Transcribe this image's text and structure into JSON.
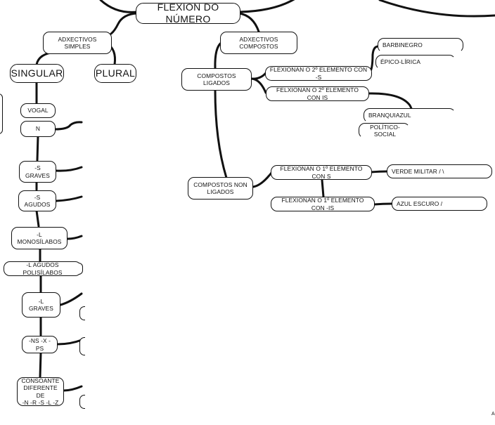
{
  "diagram": {
    "root": "FLEXIÓN DO NÚMERO",
    "branches": {
      "adxectivos_simples": "ADXECTIVOS\nSIMPLES",
      "adxectivos_compostos": "ADXECTIVOS\nCOMPOSTOS",
      "singular": "SINGULAR",
      "plural": "PLURAL",
      "compostos_ligados": "COMPOSTOS\nLIGADOS",
      "compostos_non_ligados": "COMPOSTOS NON\nLIGADOS"
    },
    "singular_items": [
      "VOGAL",
      "N",
      "-S\nGRAVES",
      "-S\nAGUDOS",
      "-L\nMONOSÍLABOS",
      "-L AGUDOS POLISÍLABOS",
      "-L\nGRAVES",
      "-NS -X -PS",
      "CONSOANTE\nDIFERENTE DE\n-N -R -S -L -Z"
    ],
    "ligados": {
      "rule_2_s": "FLEXIONAN O 2º ELEMENTO CON -S",
      "rule_2_is": "FELXIONAN O 2º ELEMENTO CON IS",
      "examples_s": [
        "BARBINEGRO",
        "ÉPICO-LÍRICA"
      ],
      "examples_is": [
        "BRANQUIAZUL",
        "POLÍTICO-SOCIAL"
      ]
    },
    "non_ligados": {
      "rule_1_s": "FLEXIONAN O 1º ELEMENTO CON S",
      "rule_1_is": "FLEXIONAN O 1º ELEMENTO CON -IS",
      "example_s": "VERDE MILITAR / \\",
      "example_is": "AZUL ESCURO /"
    },
    "corner_mark": "A"
  }
}
